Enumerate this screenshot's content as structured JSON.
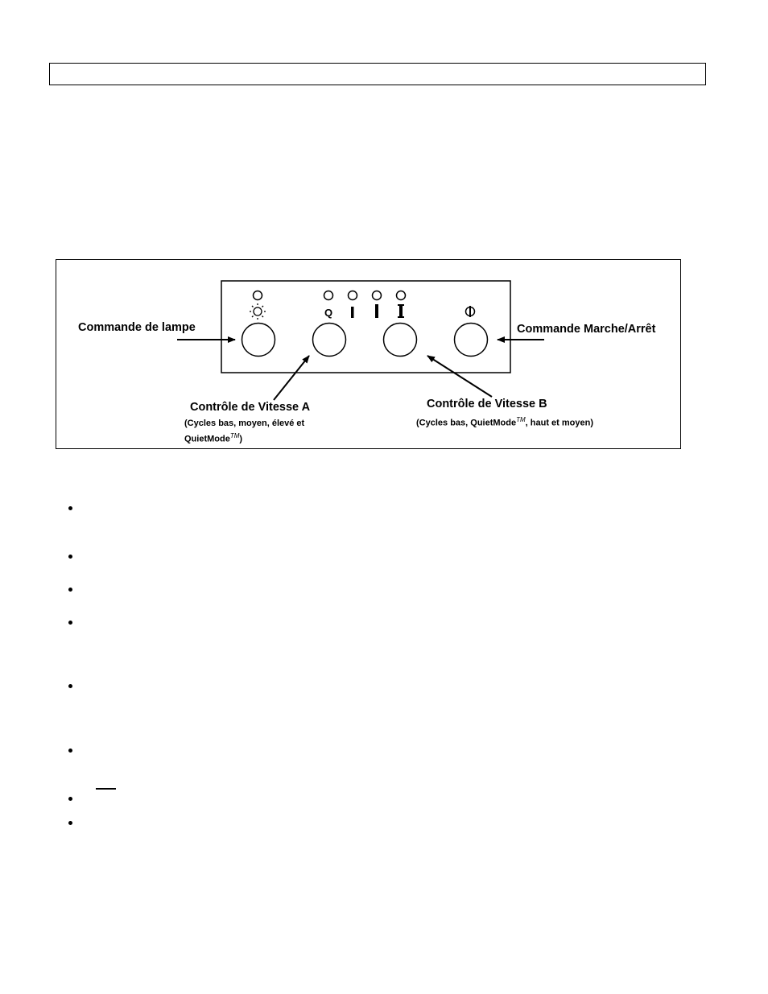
{
  "figure": {
    "labels": {
      "lamp_control": "Commande de lampe",
      "power_control": "Commande Marche/Arrêt",
      "speed_a": "Contrôle de Vitesse A",
      "speed_a_note_line1": "(Cycles bas, moyen, élevé et",
      "speed_a_note_line2_text": "QuietMode",
      "speed_a_note_line2_tm": "TM",
      "speed_a_note_line2_close": ")",
      "speed_b": "Contrôle de Vitesse B",
      "speed_b_note_start": "(Cycles bas, QuietMode",
      "speed_b_note_tm": "TM",
      "speed_b_note_end": ", haut et moyen)",
      "speed_q_symbol": "Q"
    },
    "icons": [
      "light-bulb-icon",
      "power-icon",
      "indicator-led-icon"
    ]
  },
  "bullets": {
    "count": 8
  }
}
